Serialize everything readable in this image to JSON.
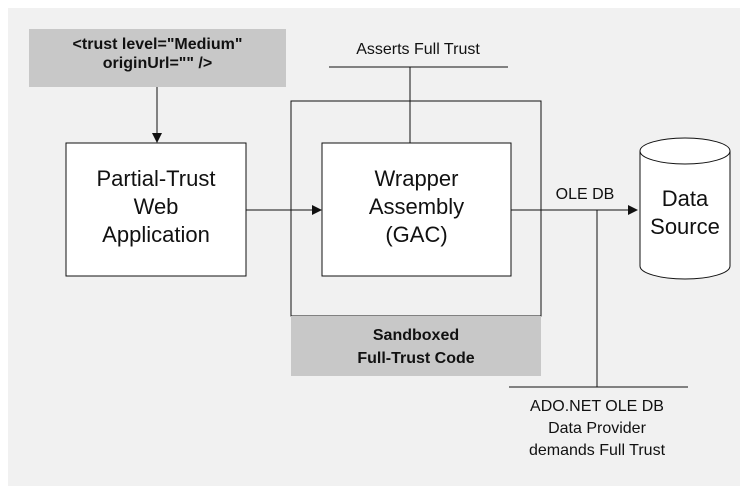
{
  "config": {
    "label": "<trust level=\"Medium\"",
    "label2": "originUrl=\"\" />"
  },
  "web_app": {
    "line1": "Partial-Trust",
    "line2": "Web",
    "line3": "Application"
  },
  "wrapper": {
    "line1": "Wrapper",
    "line2": "Assembly",
    "line3": "(GAC)"
  },
  "asserts_label": "Asserts Full Trust",
  "sandbox": {
    "line1": "Sandboxed",
    "line2": "Full-Trust Code"
  },
  "connection_label": "OLE DB",
  "datasource": {
    "line1": "Data",
    "line2": "Source"
  },
  "provider": {
    "line1": "ADO.NET OLE DB",
    "line2": "Data Provider",
    "line3": "demands Full Trust"
  },
  "colors": {
    "panel_background": "#f1f1f1",
    "gray_label_box": "#c8c8c8",
    "box_fill": "#ffffff",
    "stroke": "#111111"
  }
}
